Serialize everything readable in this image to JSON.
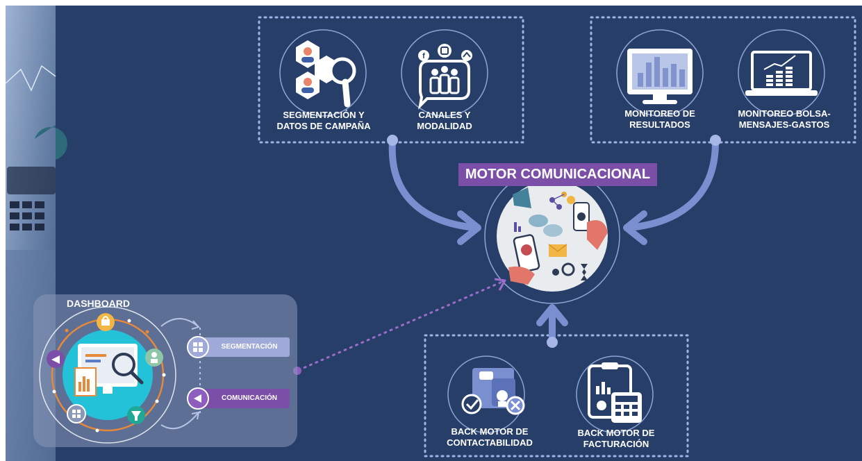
{
  "diagram": {
    "title": "MOTOR COMUNICACIONAL",
    "top_left_group": [
      {
        "line1": "SEGMENTACIÓN Y",
        "line2": "DATOS DE CAMPAÑA"
      },
      {
        "line1": "CANALES Y",
        "line2": "MODALIDAD"
      }
    ],
    "top_right_group": [
      {
        "line1": "MONITOREO DE",
        "line2": "RESULTADOS"
      },
      {
        "line1": "MONITOREO BOLSA-",
        "line2": "MENSAJES-GASTOS"
      }
    ],
    "bottom_group": [
      {
        "line1": "BACK MOTOR DE",
        "line2": "CONTACTABILIDAD"
      },
      {
        "line1": "BACK MOTOR DE",
        "line2": "FACTURACIÓN"
      }
    ],
    "dashboard": {
      "title": "DASHBOARD",
      "segmentacion_label": "SEGMENTACIÓN",
      "comunicacion_label": "COMUNICACIÓN"
    }
  },
  "colors": {
    "background": "#273F68",
    "accent_purple": "#7B4FA8",
    "arrow": "#7A8FD0",
    "circle_outline": "#8EA3D6",
    "dotted_border": "#9FB3E6",
    "dashboard_panel": "#8B98B8",
    "white": "#FFFFFF"
  }
}
